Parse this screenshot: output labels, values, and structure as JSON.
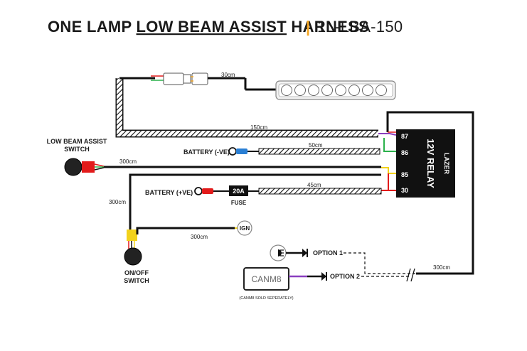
{
  "title": {
    "prefix": "ONE LAMP ",
    "highlight": "LOW BEAM ASSIST",
    "suffix": " HARNESS",
    "separator": "|",
    "code": "1L-LBA-150"
  },
  "colors": {
    "accent": "#f5a623",
    "wire": "#111111",
    "red": "#e21b1b",
    "green": "#2bb24c",
    "yellow": "#f2d21b",
    "purple": "#8a3fbf",
    "blue": "#2a7fd4"
  },
  "wire_lengths": {
    "lamp_lead": "30cm",
    "main_loom": "150cm",
    "switch_lead": "300cm",
    "battery_neg": "50cm",
    "battery_pos": "45cm",
    "onoff_lead": "300cm",
    "ign_lead": "300cm",
    "option_lead": "300cm"
  },
  "labels": {
    "lba_switch_line1": "LOW BEAM ASSIST",
    "lba_switch_line2": "SWITCH",
    "battery_neg": "BATTERY (-VE)",
    "battery_pos": "BATTERY (+VE)",
    "fuse_rating": "20A",
    "fuse": "FUSE",
    "ign": "IGN",
    "onoff_line1": "ON/OFF",
    "onoff_line2": "SWITCH",
    "option1": "OPTION 1",
    "option2": "OPTION 2",
    "canm8": "CANM8",
    "canm8_note": "(CANM8 SOLD SEPERATELY)"
  },
  "relay": {
    "brand": "LAZER",
    "name": "12V RELAY",
    "pins": [
      "87",
      "86",
      "85",
      "30"
    ]
  }
}
